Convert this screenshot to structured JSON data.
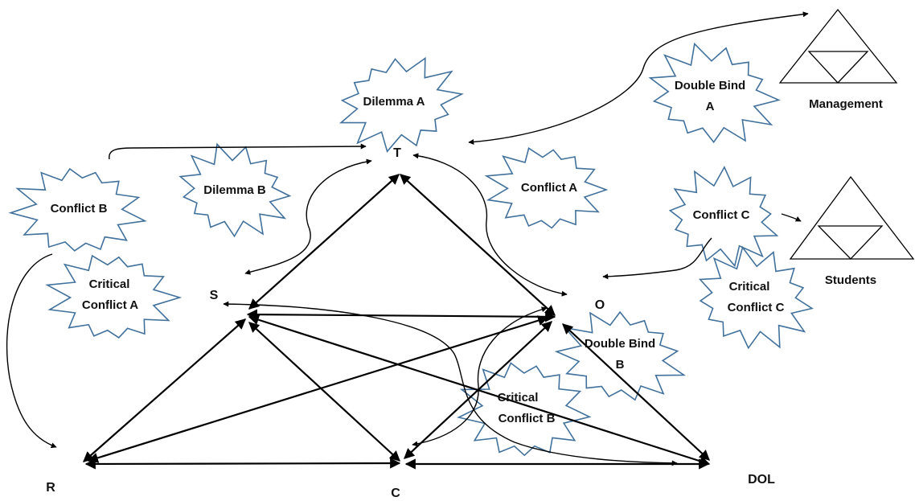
{
  "nodes": {
    "T": "T",
    "S": "S",
    "O": "O",
    "R": "R",
    "C": "C",
    "DOL": "DOL"
  },
  "bursts": {
    "dilemma_a": [
      "Dilemma A"
    ],
    "dilemma_b": [
      "Dilemma B"
    ],
    "conflict_a": [
      "Conflict A"
    ],
    "conflict_b": [
      "Conflict B"
    ],
    "conflict_c": [
      "Conflict C"
    ],
    "critical_conflict_a": [
      "Critical",
      "Conflict A"
    ],
    "critical_conflict_b": [
      "Critical",
      "Conflict B"
    ],
    "critical_conflict_c": [
      "Critical",
      "Conflict C"
    ],
    "double_bind_a": [
      "Double Bind",
      "A"
    ],
    "double_bind_b": [
      "Double Bind",
      "B"
    ]
  },
  "triangles": {
    "management": "Management",
    "students": "Students"
  },
  "colors": {
    "burst_stroke": "#41719c",
    "edge": "#000000"
  }
}
